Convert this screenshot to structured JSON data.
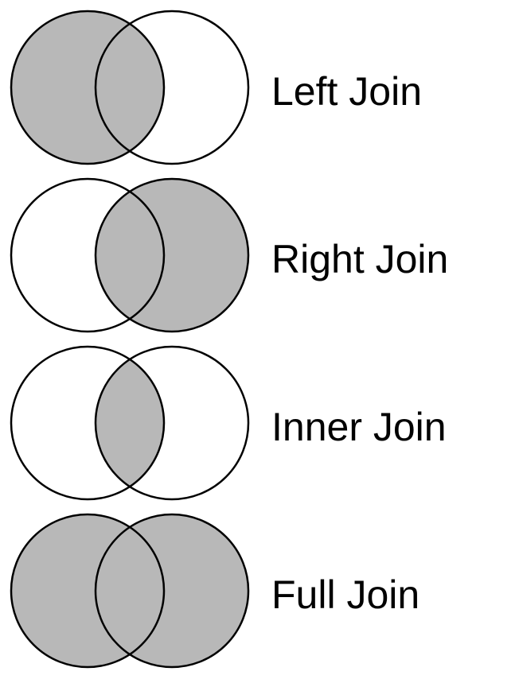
{
  "colors": {
    "fill": "#b8b8b8",
    "stroke": "#000000",
    "background": "#ffffff"
  },
  "joins": [
    {
      "label": "Left Join",
      "shade_left_only": true,
      "shade_intersection": true,
      "shade_right_only": false
    },
    {
      "label": "Right Join",
      "shade_left_only": false,
      "shade_intersection": true,
      "shade_right_only": true
    },
    {
      "label": "Inner Join",
      "shade_left_only": false,
      "shade_intersection": true,
      "shade_right_only": false
    },
    {
      "label": "Full Join",
      "shade_left_only": true,
      "shade_intersection": true,
      "shade_right_only": true
    }
  ]
}
